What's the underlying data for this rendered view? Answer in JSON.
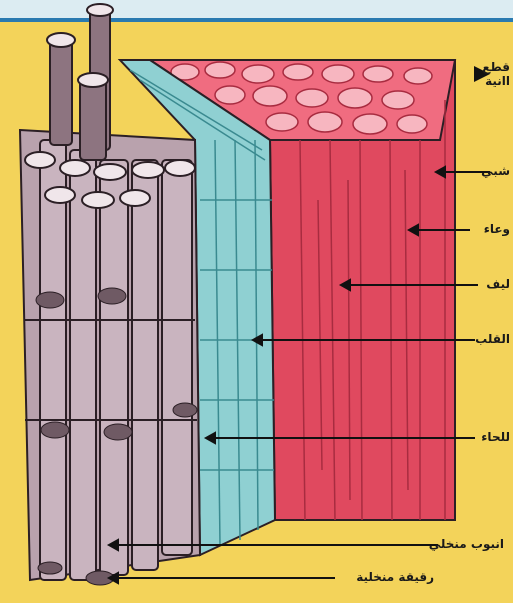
{
  "labels": {
    "cross_section_line1": "قطع",
    "cross_section_line2": "اانية",
    "ray": "شبي",
    "vessel": "وعاء",
    "fiber": "ليف",
    "heartwood": "القلب",
    "bark": "للحاء",
    "sieve_tube": "انبوب منخلي",
    "sieve_plate": "رقيقة منخلية"
  },
  "colors": {
    "background": "#f3d35a",
    "phloem": "#b9a2ad",
    "cambium": "#8fd0d2",
    "xylem": "#e0495f",
    "outline": "#2b1f25"
  }
}
